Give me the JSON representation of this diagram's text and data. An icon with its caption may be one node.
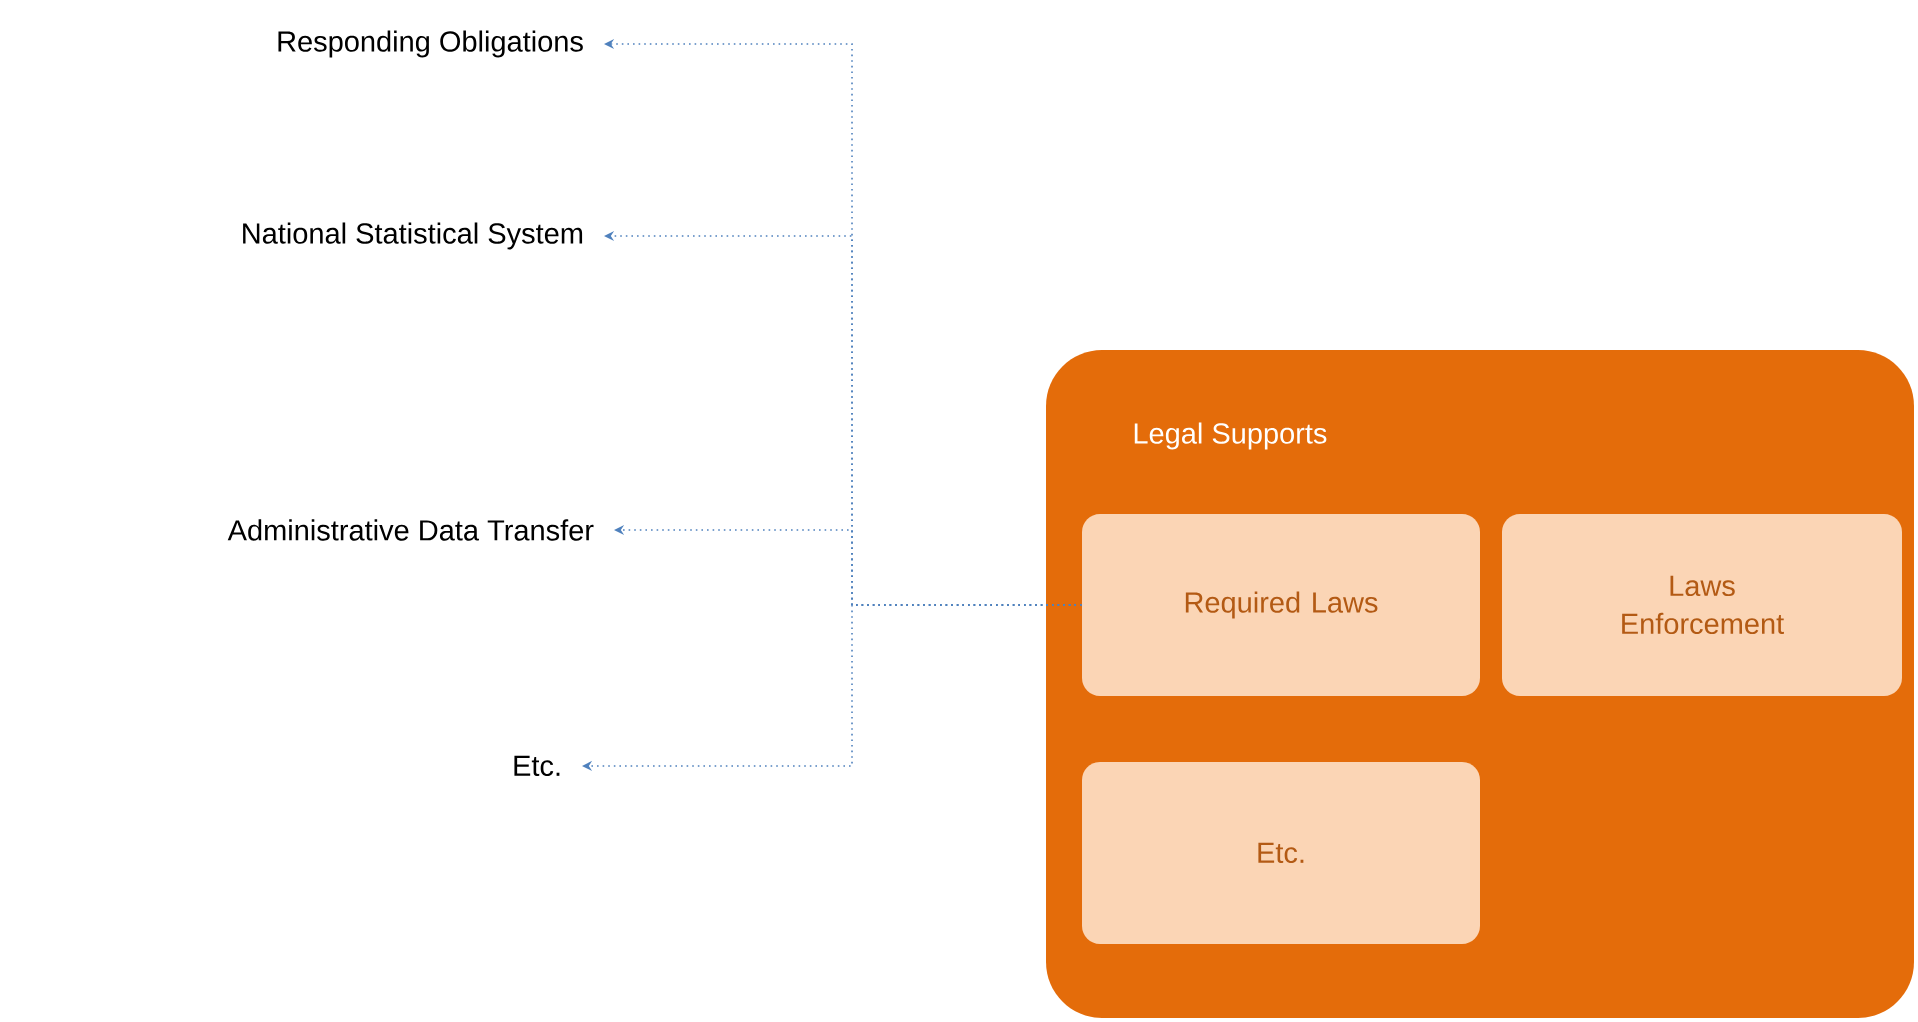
{
  "diagram": {
    "nodes": [
      {
        "text": [
          "Legal Supports"
        ]
      },
      {
        "text": [
          "Required Laws"
        ],
        "in": 0
      },
      {
        "text": [
          "Laws Enforcement"
        ],
        "in": 0
      },
      {
        "text": [
          "Etc."
        ],
        "in": 0
      },
      {
        "text": [
          "Responding Obligations"
        ]
      },
      {
        "text": [
          "National Statistical System"
        ]
      },
      {
        "text": [
          "Administrative Data Transfer"
        ]
      },
      {
        "text": [
          "Etc."
        ]
      }
    ],
    "edges": [
      {
        "from": 1,
        "to": 4,
        "arrow": "to"
      },
      {
        "from": 1,
        "to": 5,
        "arrow": "to"
      },
      {
        "from": 1,
        "to": 6,
        "arrow": "to"
      },
      {
        "from": 1,
        "to": 7,
        "arrow": "to"
      }
    ]
  }
}
